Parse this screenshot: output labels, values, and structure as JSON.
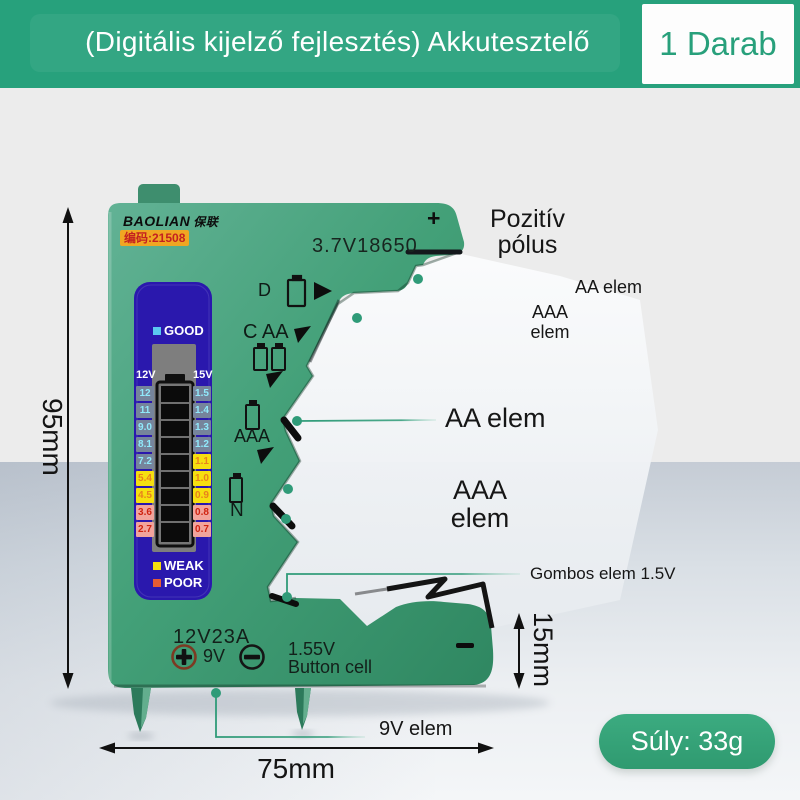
{
  "banner": {
    "title": "(Digitális kijelző fejlesztés) Akkutesztelő",
    "quantity": "1 Darab"
  },
  "device": {
    "brand": "BAOLIAN",
    "brand_cn": "保联",
    "code": "编码:21508",
    "cell_18650": "3.7V18650",
    "positive_mark": "+",
    "slot_d": "D",
    "slot_c_aa": "C AA",
    "slot_aaa": "AAA",
    "slot_n": "N",
    "spec_12v": "12V23A",
    "spec_9v": "9V",
    "button_cell_v": "1.55V",
    "button_cell_label": "Button cell",
    "lcd": {
      "good": "GOOD",
      "weak": "WEAK",
      "poor": "POOR",
      "header_left": "12V",
      "header_right": "15V",
      "left_values": [
        "12",
        "11",
        "9.0",
        "8.1",
        "7.2",
        "5.4",
        "4.5",
        "3.6",
        "2.7"
      ],
      "right_values": [
        "1.5",
        "1.4",
        "1.3",
        "1.2",
        "1.1",
        "1.0",
        "0.9",
        "0.8",
        "0.7"
      ]
    }
  },
  "callouts": {
    "positive_line1": "Pozitív",
    "positive_line2": "pólus",
    "aa_top": "AA elem",
    "aaa_top_line1": "AAA",
    "aaa_top_line2": "elem",
    "aa_mid": "AA elem",
    "aaa_mid_line1": "AAA",
    "aaa_mid_line2": "elem",
    "button_cell": "Gombos elem 1.5V",
    "nine_v": "9V elem"
  },
  "dimensions": {
    "height": "95mm",
    "width": "75mm",
    "arm_height": "15mm"
  },
  "weight_badge": "Súly: 33g",
  "colors": {
    "banner_green": "#27a17c",
    "device_green": "#42a078",
    "lcd_blue": "#2a18ad",
    "good_cyan": "#5bc8f0",
    "weak_yellow": "#f6df10",
    "poor_red": "#e65c35",
    "leader_teal": "#2f9b78"
  }
}
